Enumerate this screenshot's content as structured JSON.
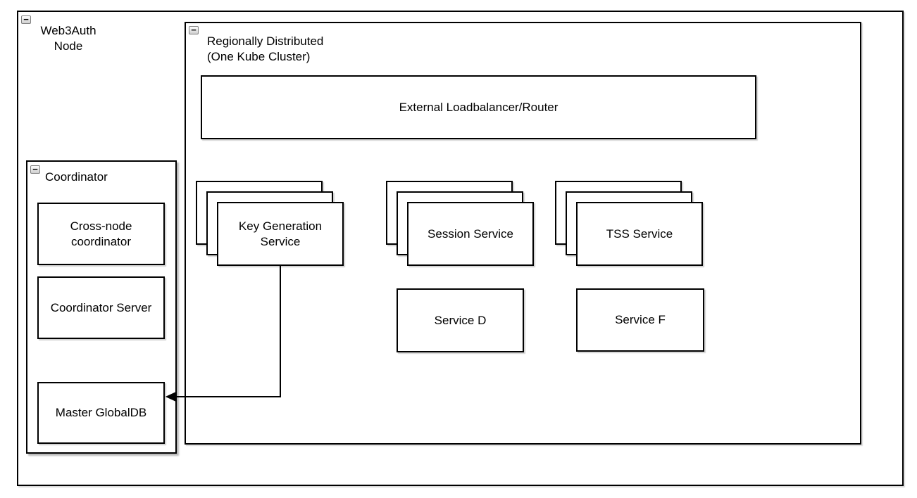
{
  "icons": {
    "collapse_glyph": "−"
  },
  "groups": {
    "web3auth_node": {
      "label": "Web3Auth\nNode"
    },
    "regionally_distributed": {
      "label": "Regionally Distributed\n (One Kube Cluster)"
    },
    "coordinator": {
      "label": "Coordinator"
    }
  },
  "shapes": {
    "external_loadbalancer": {
      "label": "External Loadbalancer/Router"
    },
    "key_generation_service": {
      "label": "Key Generation\nService",
      "replica_count": 3
    },
    "session_service": {
      "label": "Session Service",
      "replica_count": 3
    },
    "tss_service": {
      "label": "TSS Service",
      "replica_count": 3
    },
    "service_d": {
      "label": "Service D"
    },
    "service_f": {
      "label": "Service F"
    },
    "cross_node_coordinator": {
      "label": "Cross-node\ncoordinator"
    },
    "coordinator_server": {
      "label": "Coordinator Server"
    },
    "master_globaldb": {
      "label": "Master GlobalDB"
    }
  },
  "connections": [
    {
      "from": "Key Generation Service",
      "to": "Master GlobalDB",
      "type": "orthogonal-arrow"
    }
  ],
  "colors": {
    "stroke": "#000000",
    "shape_fill": "#ffffff",
    "canvas_bg": "#ffffff"
  }
}
